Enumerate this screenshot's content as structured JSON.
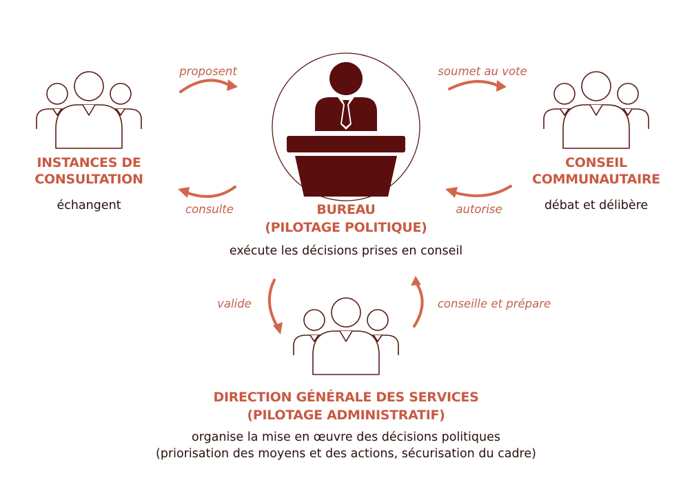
{
  "colors": {
    "accent": "#c85a43",
    "dark": "#5a0e0e",
    "outline": "#5a1a14",
    "text": "#2b0f0c"
  },
  "nodes": {
    "instances": {
      "title_line1": "INSTANCES DE",
      "title_line2": "CONSULTATION",
      "desc": "échangent",
      "icon": "group-people-icon"
    },
    "bureau": {
      "title_line1": "BUREAU",
      "title_line2": "(PILOTAGE POLITIQUE)",
      "desc": "exécute les décisions prises en conseil",
      "icon": "speaker-podium-icon"
    },
    "conseil": {
      "title_line1": "CONSEIL",
      "title_line2": "COMMUNAUTAIRE",
      "desc": "débat et délibère",
      "icon": "group-people-icon"
    },
    "direction": {
      "title_line1": "DIRECTION GÉNÉRALE DES SERVICES",
      "title_line2": "(PILOTAGE ADMINISTRATIF)",
      "desc_line1": "organise la mise en œuvre des décisions politiques",
      "desc_line2": "(priorisation des moyens et des actions, sécurisation du cadre)",
      "icon": "group-people-icon"
    }
  },
  "edges": {
    "proposent": "proposent",
    "consulte": "consulte",
    "soumet": "soumet au vote",
    "autorise": "autorise",
    "valide": "valide",
    "conseille": "conseille et prépare"
  }
}
